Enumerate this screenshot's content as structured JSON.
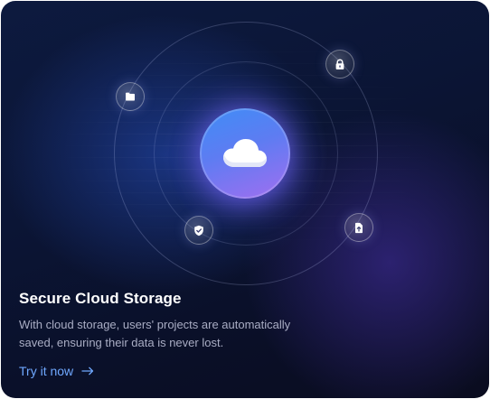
{
  "card": {
    "title": "Secure Cloud Storage",
    "description": "With cloud storage, users' projects are automatically saved, ensuring their data is never lost.",
    "cta_label": "Try it now"
  },
  "icons": {
    "center": "cloud-icon",
    "orbit_nodes": [
      "folder-icon",
      "lock-icon",
      "shield-check-icon",
      "file-upload-icon"
    ],
    "cta": "arrow-right-icon"
  },
  "colors": {
    "background_top": "#0d1a3f",
    "background_bottom": "#0a0c1f",
    "orb_blue": "#3f8df6",
    "orb_purple": "#a16ef0",
    "title": "#ffffff",
    "description": "#a9adc4",
    "cta": "#6fa8ff"
  }
}
